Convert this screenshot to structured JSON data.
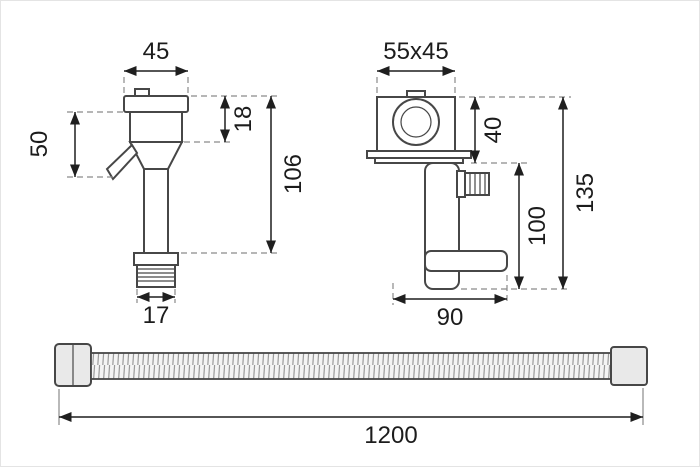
{
  "sprayer": {
    "head_width": "45",
    "nozzle_height": "18",
    "head_height": "50",
    "overall_height": "106",
    "connector_width": "17"
  },
  "valve": {
    "plate_size": "55x45",
    "upper_height": "40",
    "lower_height": "100",
    "overall_height": "135",
    "width": "90"
  },
  "hose": {
    "length": "1200"
  },
  "colors": {
    "outline": "#474747",
    "dimension_line": "#1f1f1f",
    "extension_line": "#8a8a8a",
    "label_text": "#1c1c1c",
    "background": "#ffffff"
  }
}
